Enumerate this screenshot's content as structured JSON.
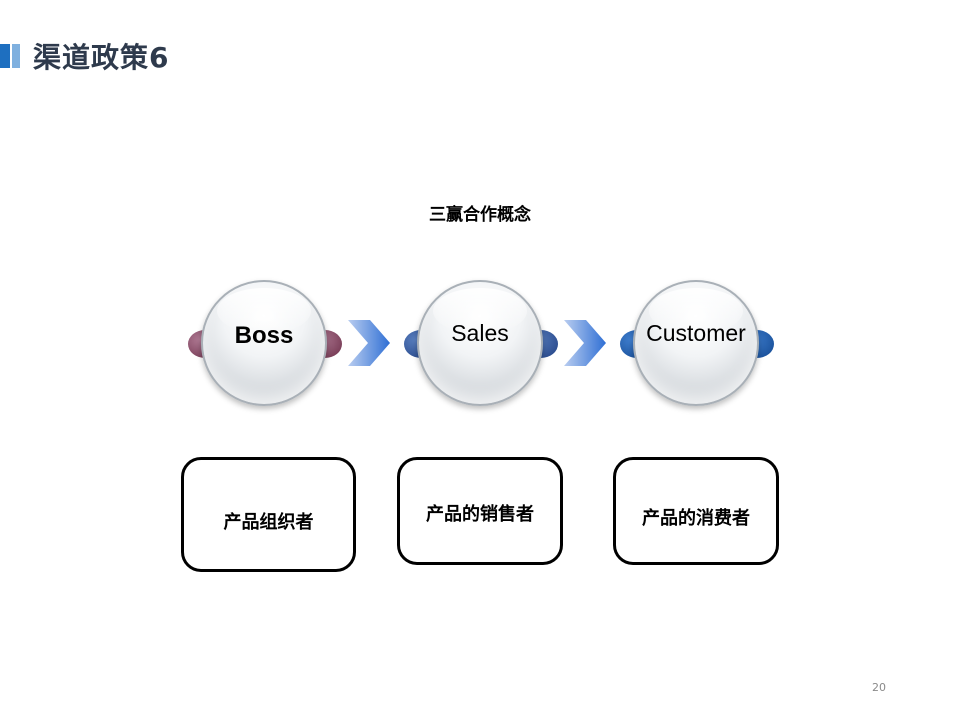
{
  "header": {
    "title": "渠道政策6"
  },
  "diagram": {
    "subtitle": "三赢合作概念",
    "nodes": [
      {
        "label": "Boss",
        "role": "产品组织者",
        "accent": "#6b2e48"
      },
      {
        "label": "Sales",
        "role": "产品的销售者",
        "accent": "#1f3f82"
      },
      {
        "label": "Customer",
        "role": "产品的消费者",
        "accent": "#12478f"
      }
    ],
    "arrow_color": "#3f78d6"
  },
  "footer": {
    "page_number": "20"
  }
}
